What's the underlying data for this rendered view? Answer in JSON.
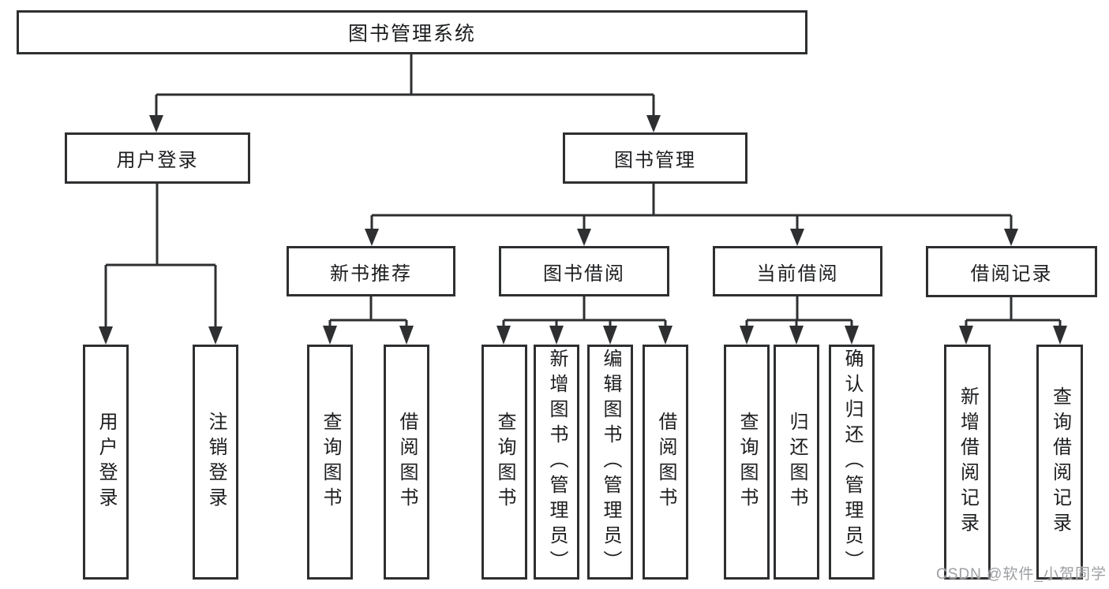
{
  "diagram": {
    "type": "tree",
    "root": {
      "id": "system",
      "label": "图书管理系统"
    },
    "level1": [
      {
        "id": "user-login",
        "parent": "system",
        "label": "用户登录"
      },
      {
        "id": "book-management",
        "parent": "system",
        "label": "图书管理"
      }
    ],
    "level2": [
      {
        "id": "new-book-recommend",
        "parent": "book-management",
        "label": "新书推荐"
      },
      {
        "id": "book-borrow",
        "parent": "book-management",
        "label": "图书借阅"
      },
      {
        "id": "current-borrow",
        "parent": "book-management",
        "label": "当前借阅"
      },
      {
        "id": "borrow-record",
        "parent": "book-management",
        "label": "借阅记录"
      }
    ],
    "level3": [
      {
        "id": "leaf-user-login",
        "parent": "user-login",
        "label": "用户登录"
      },
      {
        "id": "leaf-logout",
        "parent": "user-login",
        "label": "注销登录"
      },
      {
        "id": "leaf-recommend-query",
        "parent": "new-book-recommend",
        "label": "查询图书"
      },
      {
        "id": "leaf-recommend-borrow",
        "parent": "new-book-recommend",
        "label": "借阅图书"
      },
      {
        "id": "leaf-borrow-query",
        "parent": "book-borrow",
        "label": "查询图书"
      },
      {
        "id": "leaf-borrow-add",
        "parent": "book-borrow",
        "label": "新增图书（管理员）"
      },
      {
        "id": "leaf-borrow-edit",
        "parent": "book-borrow",
        "label": "编辑图书（管理员）"
      },
      {
        "id": "leaf-borrow-borrow",
        "parent": "book-borrow",
        "label": "借阅图书"
      },
      {
        "id": "leaf-current-query",
        "parent": "current-borrow",
        "label": "查询图书"
      },
      {
        "id": "leaf-current-return",
        "parent": "current-borrow",
        "label": "归还图书"
      },
      {
        "id": "leaf-current-confirm",
        "parent": "current-borrow",
        "label": "确认归还（管理员）"
      },
      {
        "id": "leaf-record-add",
        "parent": "borrow-record",
        "label": "新增借阅记录"
      },
      {
        "id": "leaf-record-query",
        "parent": "borrow-record",
        "label": "查询借阅记录"
      }
    ]
  },
  "watermark": {
    "text": "CSDN @软件_小贺同学",
    "color": "#9d9fa2"
  },
  "colors": {
    "background": "#ffffff",
    "line": "#2e2f31",
    "box_border": "#2e2f31",
    "text": "#1c1d1f"
  }
}
